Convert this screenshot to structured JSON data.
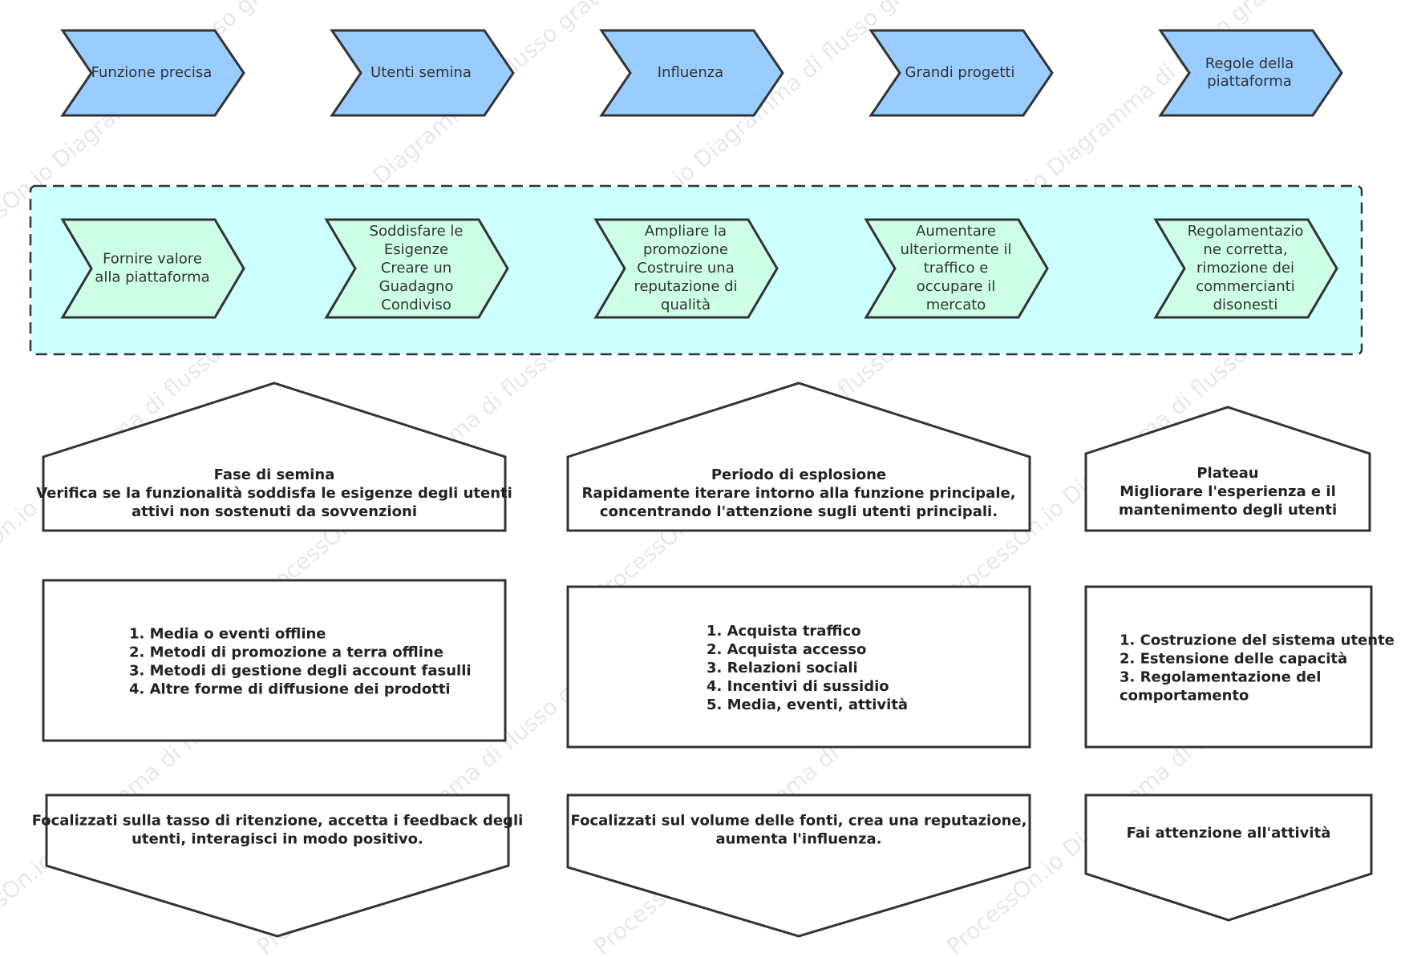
{
  "watermark": {
    "text": "ProcessOn.io Diagramma di flusso gratuito"
  },
  "colors": {
    "stroke": "#333333",
    "top_chevron_fill": "#99ccff",
    "mid_chevron_fill": "#ccffe6",
    "band_fill": "#ccffff",
    "box_fill": "#ffffff"
  },
  "top_row": [
    {
      "lines": [
        "Funzione precisa"
      ]
    },
    {
      "lines": [
        "Utenti semina"
      ]
    },
    {
      "lines": [
        "Influenza"
      ]
    },
    {
      "lines": [
        "Grandi progetti"
      ]
    },
    {
      "lines": [
        "Regole della",
        "piattaforma"
      ]
    }
  ],
  "mid_row": [
    {
      "lines": [
        "Fornire valore",
        "alla piattaforma"
      ]
    },
    {
      "lines": [
        "Soddisfare le",
        "Esigenze",
        "Creare un",
        "Guadagno",
        "Condiviso"
      ]
    },
    {
      "lines": [
        "Ampliare la",
        "promozione",
        "Costruire una",
        "reputazione di",
        "qualità"
      ]
    },
    {
      "lines": [
        "Aumentare",
        "ulteriormente il",
        "traffico e",
        "occupare il",
        "mercato"
      ]
    },
    {
      "lines": [
        "Regolamentazio",
        "ne corretta,",
        "rimozione dei",
        "commercianti",
        "disonesti"
      ]
    }
  ],
  "phases": [
    {
      "lines": [
        "Fase di semina",
        "Verifica se la funzionalità soddisfa le esigenze degli utenti",
        "attivi non sostenuti da sovvenzioni"
      ]
    },
    {
      "lines": [
        "Periodo di esplosione",
        "Rapidamente iterare intorno alla funzione principale,",
        "concentrando l'attenzione sugli utenti principali."
      ]
    },
    {
      "lines": [
        "Plateau",
        "Migliorare l'esperienza e il",
        "mantenimento degli utenti"
      ]
    }
  ],
  "lists": [
    {
      "lines": [
        "1. Media o eventi offline",
        "2. Metodi di promozione a terra offline",
        "3. Metodi di gestione degli account fasulli",
        "4. Altre forme di diffusione dei prodotti"
      ]
    },
    {
      "lines": [
        "1. Acquista traffico",
        "2. Acquista accesso",
        "3. Relazioni sociali",
        "4. Incentivi di sussidio",
        "5. Media, eventi, attività"
      ]
    },
    {
      "lines": [
        "1. Costruzione del sistema utente",
        "2. Estensione delle capacità",
        "3. Regolamentazione del",
        "comportamento"
      ]
    }
  ],
  "focus": [
    {
      "lines": [
        "Focalizzati sulla tasso di ritenzione, accetta i feedback degli",
        "utenti, interagisci in modo positivo."
      ]
    },
    {
      "lines": [
        "Focalizzati sul volume delle fonti, crea una reputazione,",
        "aumenta l'influenza."
      ]
    },
    {
      "lines": [
        "Fai attenzione all'attività"
      ]
    }
  ]
}
